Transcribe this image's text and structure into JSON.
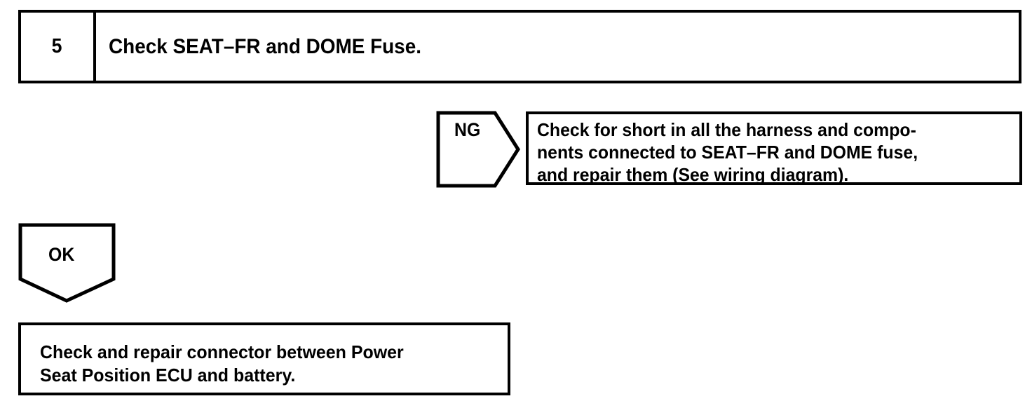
{
  "page": {
    "background_color": "#ffffff",
    "line_color": "#000000"
  },
  "step": {
    "number": "5",
    "title": "Check SEAT–FR and DOME Fuse."
  },
  "branches": {
    "ng": {
      "label": "NG",
      "arrow_direction": "right",
      "action_text": "Check for short in all the harness and compo-\nnents connected to SEAT–FR and DOME fuse,\nand repair them (See wiring diagram)."
    },
    "ok": {
      "label": "OK",
      "arrow_direction": "down",
      "action_text": "Check and repair connector between Power\nSeat Position ECU and battery."
    }
  }
}
